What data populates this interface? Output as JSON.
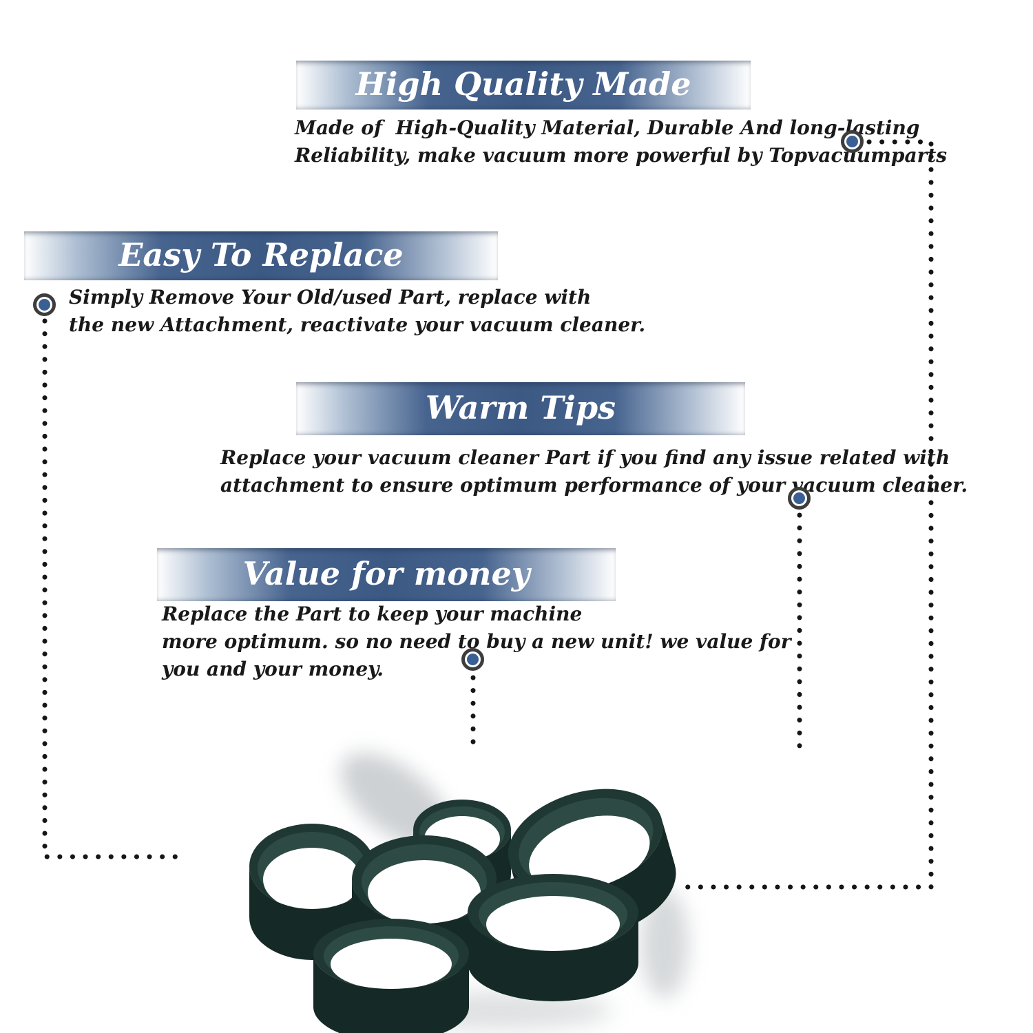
{
  "page": {
    "background": "#ffffff",
    "kind": "product feature infographic"
  },
  "colors": {
    "banner_center": "#3c5984",
    "banner_edge": "#ffffff",
    "banner_text": "#ffffff",
    "body_text": "#191919",
    "dotted_line": "#161616",
    "marker_ring": "#3d3d3d",
    "marker_fill": "#3a5f94",
    "belt_front": "#152a26",
    "belt_rim": "#1f3833",
    "belt_inner_wall": "#2d4b44"
  },
  "sections": {
    "quality": {
      "title": "High Quality Made",
      "line1": "Made of  High-Quality Material, Durable And long-lasting",
      "line2": "Reliability, make vacuum more powerful by Topvacuumparts"
    },
    "replace": {
      "title": "Easy To Replace",
      "line1": "Simply Remove Your Old/used Part, replace with",
      "line2": "the new Attachment, reactivate your vacuum cleaner."
    },
    "tips": {
      "title": "Warm Tips",
      "line1": "Replace your vacuum cleaner Part if you find any issue related with",
      "line2": "attachment to ensure optimum performance of your vacuum cleaner."
    },
    "value": {
      "title": "Value for money",
      "line1": "Replace the Part to keep your machine",
      "line2": "more optimum. so no need to buy a new unit! we value for",
      "line3": "you and your money."
    }
  },
  "product": {
    "alt": "Five dark rubber flat vacuum cleaner belts in a pile"
  }
}
